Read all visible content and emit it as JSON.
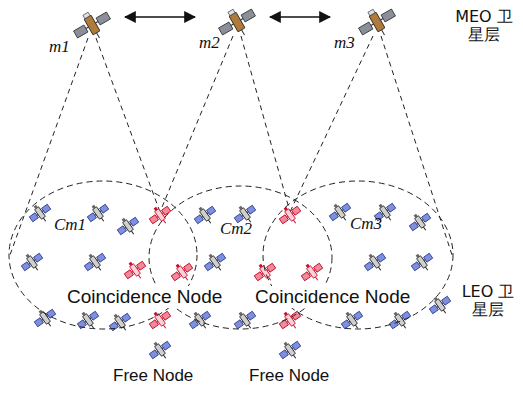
{
  "diagram": {
    "nodes": [
      {
        "text": [
          "m1"
        ]
      },
      {
        "text": [
          "m2"
        ]
      },
      {
        "text": [
          "m3"
        ]
      },
      {
        "text": [
          "Cm1"
        ]
      },
      {
        "text": [
          "Cm2"
        ]
      },
      {
        "text": [
          "Cm3"
        ]
      }
    ],
    "edges": [
      {
        "from": 0,
        "to": 1,
        "arrow": "both"
      },
      {
        "from": 1,
        "to": 2,
        "arrow": "both"
      }
    ],
    "labels": [
      "MEO 卫星层",
      "Coincidence Node",
      "Coincidence Node",
      "Free Node",
      "Free Node",
      "LEO 卫星层"
    ]
  }
}
